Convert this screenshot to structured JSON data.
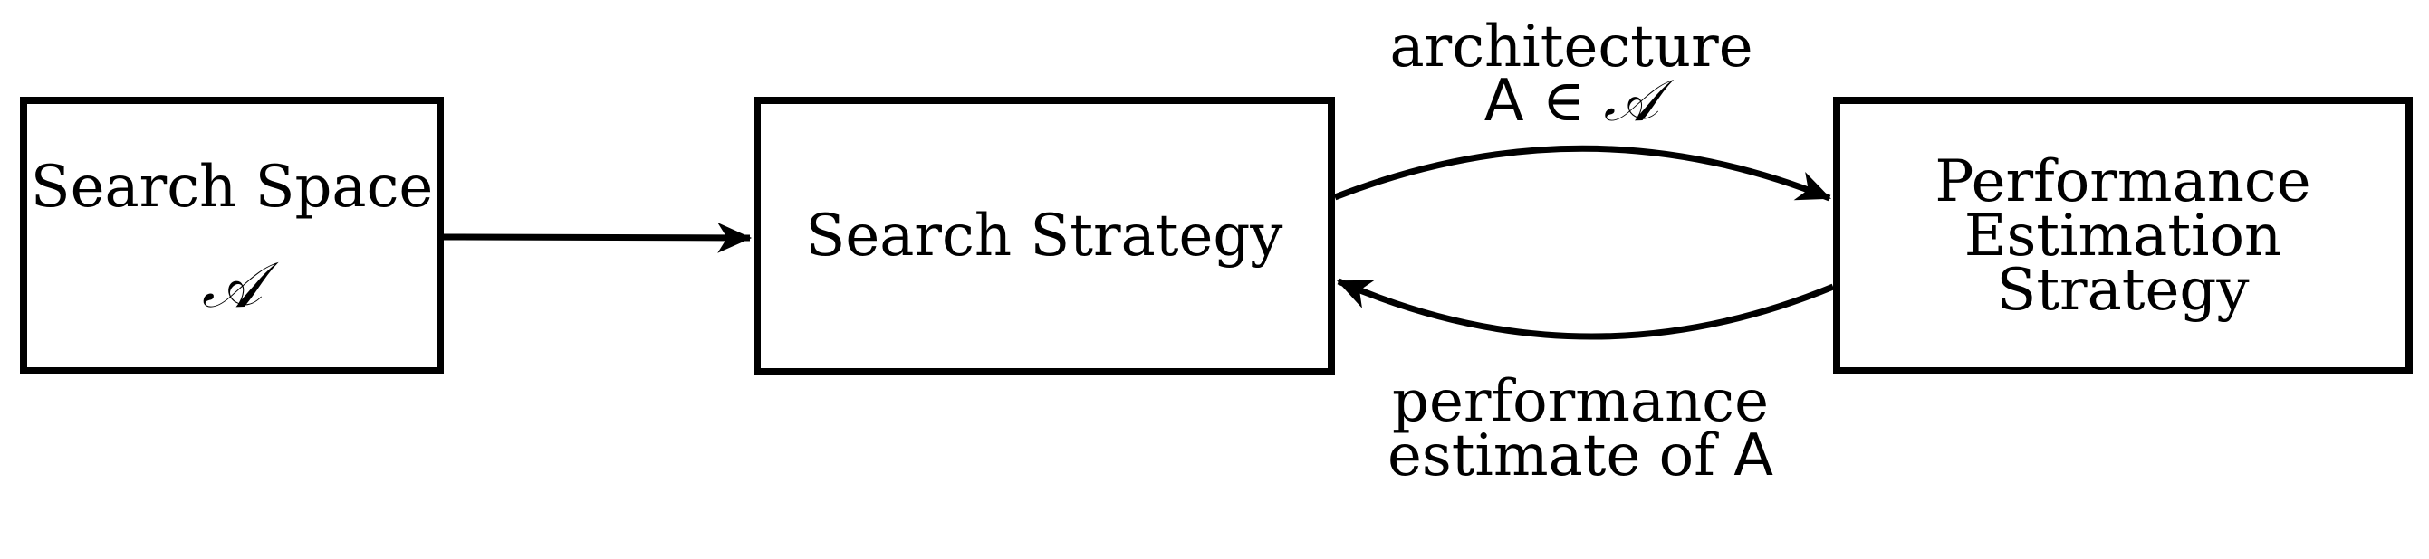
{
  "nodes": {
    "search_space": {
      "label": "Search Space",
      "symbol": "𝒜"
    },
    "search_strategy": {
      "label": "Search Strategy"
    },
    "performance_estimation": {
      "line1": "Performance",
      "line2": "Estimation",
      "line3": "Strategy"
    }
  },
  "edges": {
    "forward": {
      "line1": "architecture",
      "line2_var": "A",
      "line2_op": " ∈ ",
      "line2_set": "𝒜"
    },
    "backward": {
      "line1": "performance",
      "line2_text": "estimate of ",
      "line2_var": "A"
    }
  }
}
